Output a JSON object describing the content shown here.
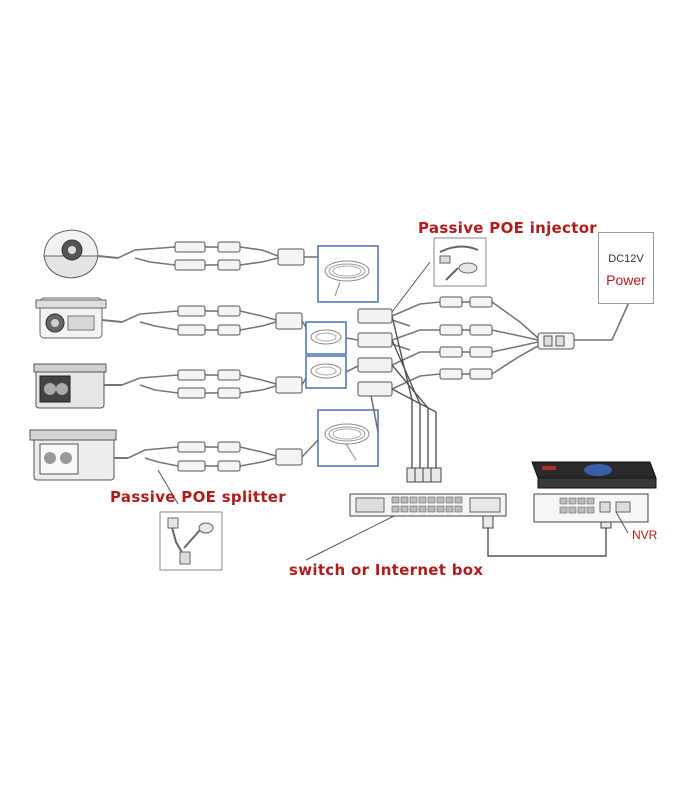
{
  "labels": {
    "injector": "Passive POE injector",
    "splitter": "Passive POE splitter",
    "switch": "switch or Internet box",
    "power_voltage": "DC12V",
    "power": "Power",
    "nvr": "NVR"
  },
  "devices": {
    "cameras": [
      "dome-camera",
      "bullet-camera",
      "bullet-camera",
      "bullet-camera"
    ],
    "switch_ports": 16,
    "nvr_ports": 8
  },
  "colors": {
    "label_red": "#b01c1c",
    "frame_blue": "#4a6fb0",
    "line_gray": "#777777"
  }
}
